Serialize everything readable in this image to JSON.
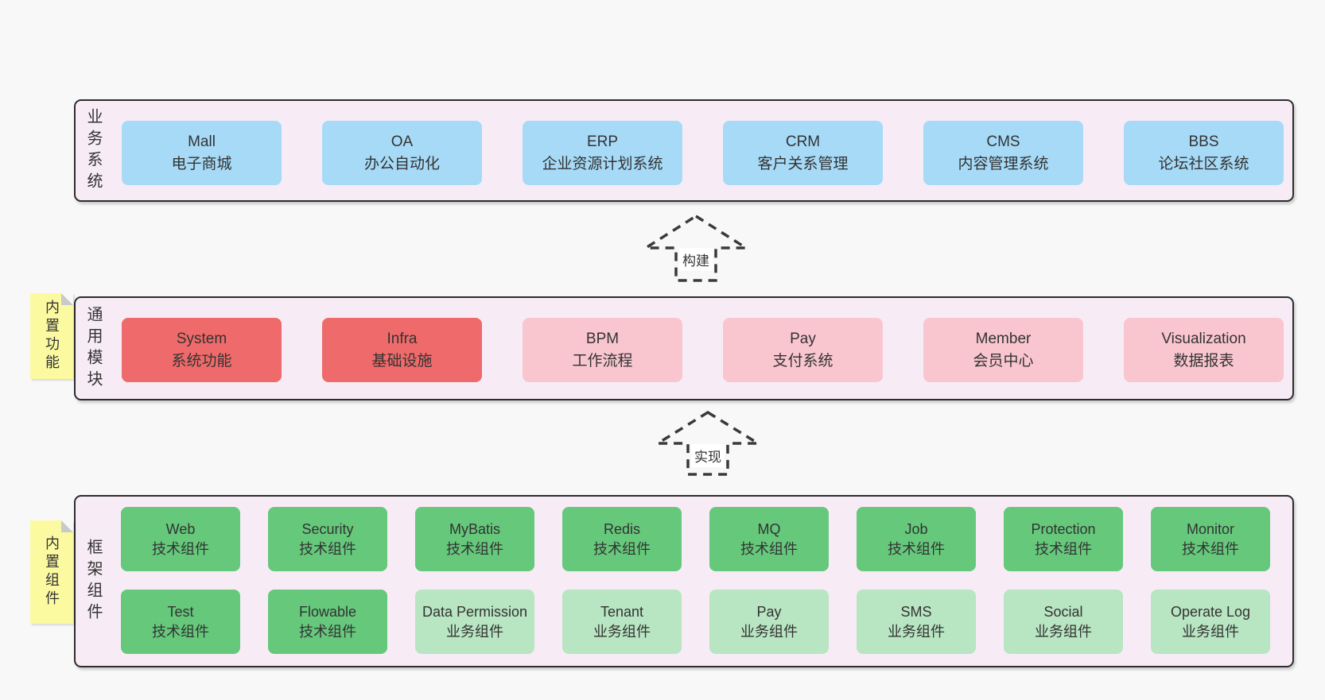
{
  "colors": {
    "background": "#f8f8f8",
    "container_bg": "#f7ecf6",
    "container_border": "#2d2d2d",
    "blue_box": "#a7daf7",
    "red_box": "#ef6a6a",
    "pink_box": "#f9c6d0",
    "green_box": "#65c87b",
    "light_green_box": "#b8e5c2",
    "note_yellow": "#fcfaa0",
    "arrow_stroke": "#3a3a3a",
    "text": "#333333"
  },
  "arrows": {
    "build": {
      "label": "构建"
    },
    "implement": {
      "label": "实现"
    }
  },
  "business_layer": {
    "label": "业务系统",
    "boxes": [
      {
        "title": "Mall",
        "subtitle": "电子商城"
      },
      {
        "title": "OA",
        "subtitle": "办公自动化"
      },
      {
        "title": "ERP",
        "subtitle": "企业资源计划系统"
      },
      {
        "title": "CRM",
        "subtitle": "客户关系管理"
      },
      {
        "title": "CMS",
        "subtitle": "内容管理系统"
      },
      {
        "title": "BBS",
        "subtitle": "论坛社区系统"
      }
    ]
  },
  "module_layer": {
    "label": "通用模块",
    "note": "内置功能",
    "boxes": [
      {
        "title": "System",
        "subtitle": "系统功能",
        "variant": "red"
      },
      {
        "title": "Infra",
        "subtitle": "基础设施",
        "variant": "red"
      },
      {
        "title": "BPM",
        "subtitle": "工作流程",
        "variant": "pink"
      },
      {
        "title": "Pay",
        "subtitle": "支付系统",
        "variant": "pink"
      },
      {
        "title": "Member",
        "subtitle": "会员中心",
        "variant": "pink"
      },
      {
        "title": "Visualization",
        "subtitle": "数据报表",
        "variant": "pink"
      }
    ]
  },
  "component_layer": {
    "label": "框架组件",
    "note": "内置组件",
    "row1": [
      {
        "title": "Web",
        "subtitle": "技术组件",
        "variant": "green"
      },
      {
        "title": "Security",
        "subtitle": "技术组件",
        "variant": "green"
      },
      {
        "title": "MyBatis",
        "subtitle": "技术组件",
        "variant": "green"
      },
      {
        "title": "Redis",
        "subtitle": "技术组件",
        "variant": "green"
      },
      {
        "title": "MQ",
        "subtitle": "技术组件",
        "variant": "green"
      },
      {
        "title": "Job",
        "subtitle": "技术组件",
        "variant": "green"
      },
      {
        "title": "Protection",
        "subtitle": "技术组件",
        "variant": "green"
      },
      {
        "title": "Monitor",
        "subtitle": "技术组件",
        "variant": "green"
      }
    ],
    "row2": [
      {
        "title": "Test",
        "subtitle": "技术组件",
        "variant": "green"
      },
      {
        "title": "Flowable",
        "subtitle": "技术组件",
        "variant": "green"
      },
      {
        "title": "Data Permission",
        "subtitle": "业务组件",
        "variant": "lightgreen"
      },
      {
        "title": "Tenant",
        "subtitle": "业务组件",
        "variant": "lightgreen"
      },
      {
        "title": "Pay",
        "subtitle": "业务组件",
        "variant": "lightgreen"
      },
      {
        "title": "SMS",
        "subtitle": "业务组件",
        "variant": "lightgreen"
      },
      {
        "title": "Social",
        "subtitle": "业务组件",
        "variant": "lightgreen"
      },
      {
        "title": "Operate Log",
        "subtitle": "业务组件",
        "variant": "lightgreen"
      }
    ]
  }
}
